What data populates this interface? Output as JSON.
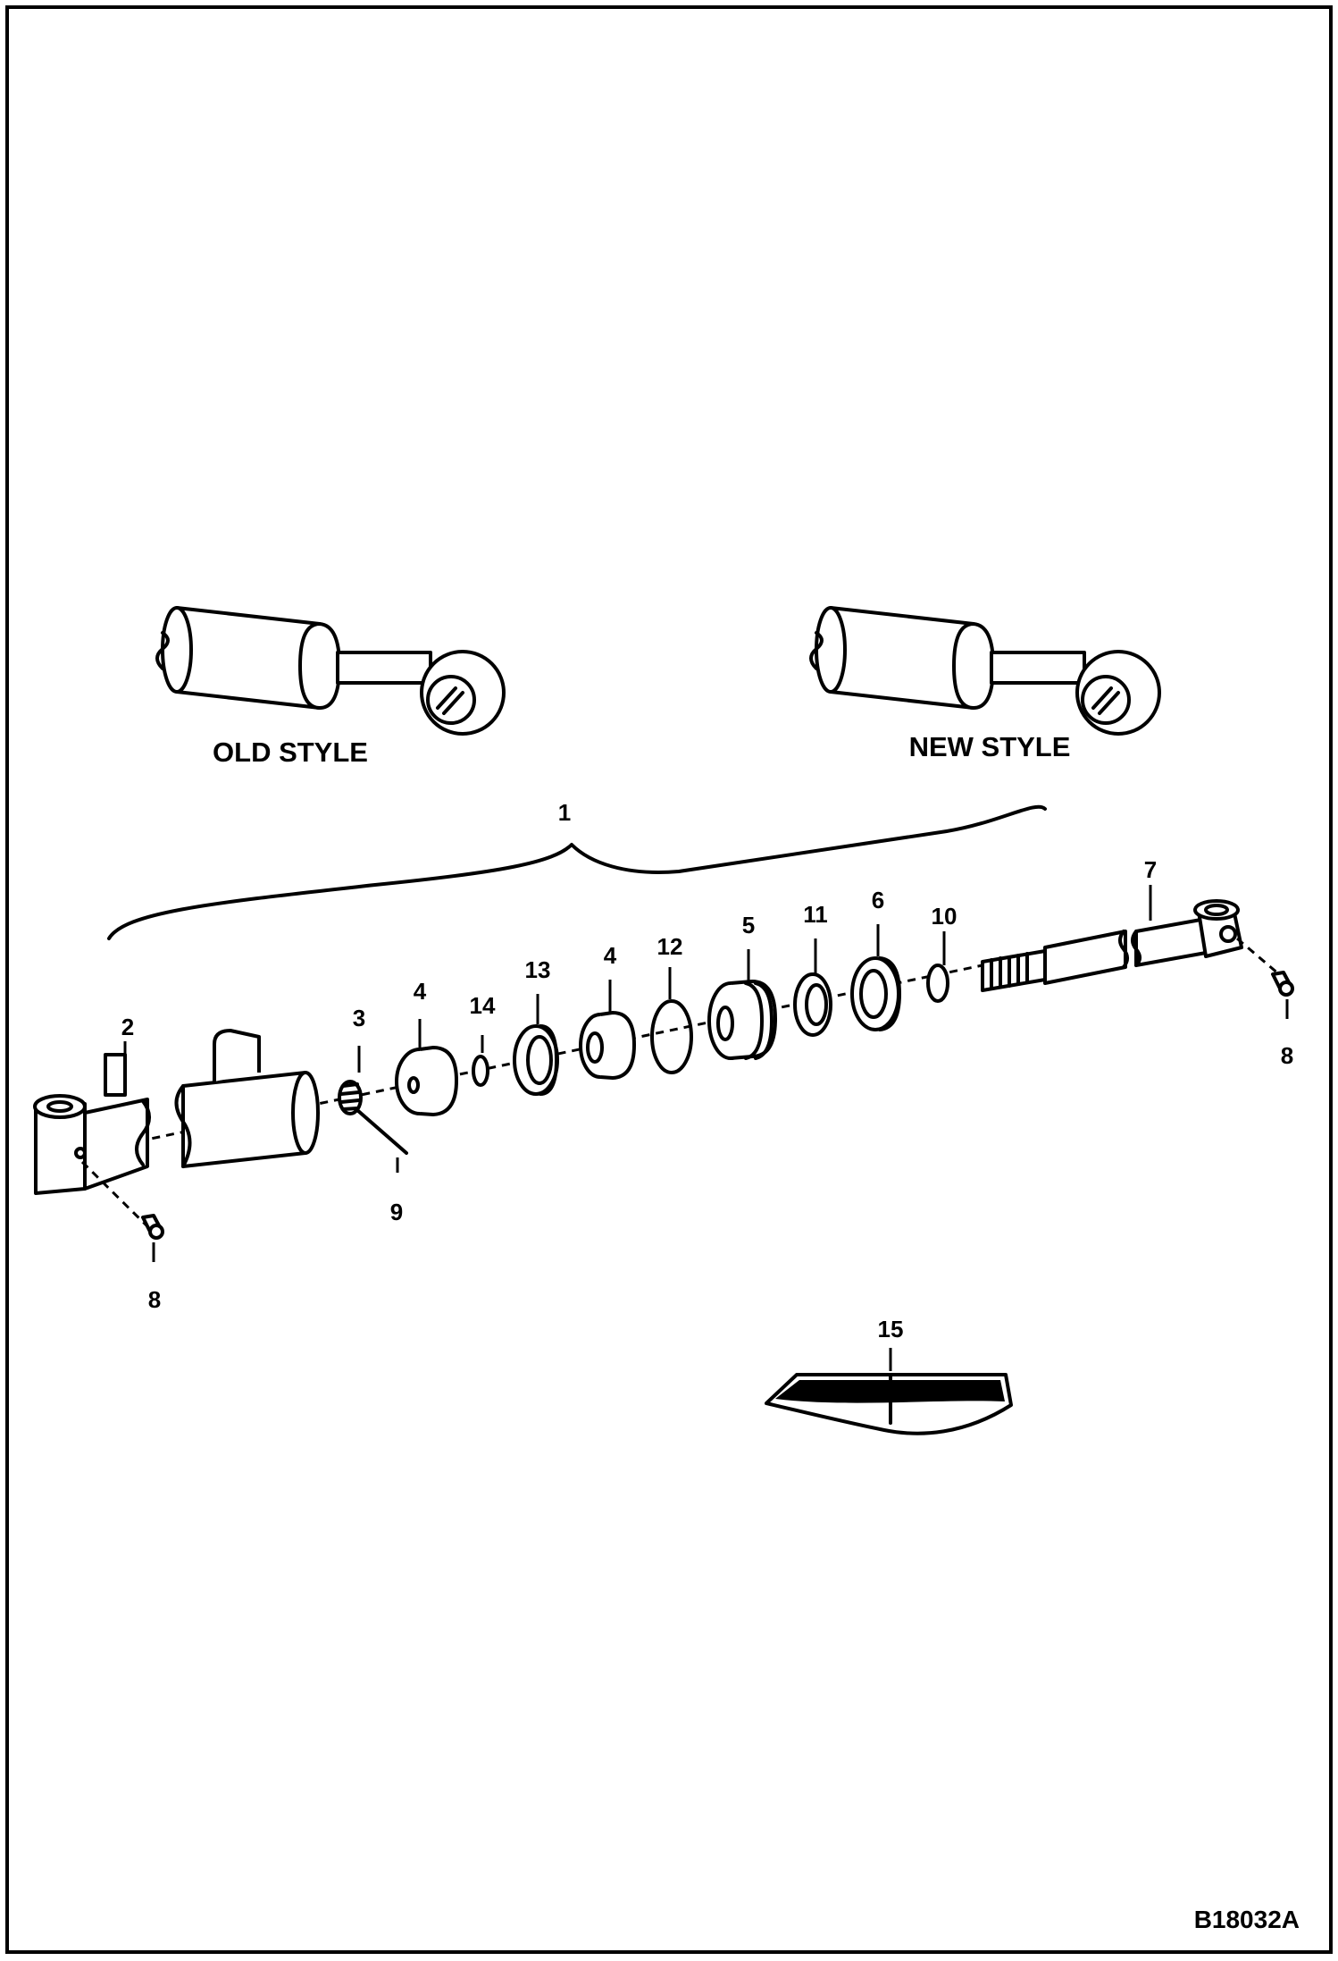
{
  "figure_code": "B18032A",
  "styles": {
    "old": "OLD STYLE",
    "new": "NEW STYLE"
  },
  "callouts": {
    "c1": "1",
    "c2": "2",
    "c3": "3",
    "c4a": "4",
    "c4b": "4",
    "c5": "5",
    "c6": "6",
    "c7": "7",
    "c8a": "8",
    "c8b": "8",
    "c9": "9",
    "c10": "10",
    "c11": "11",
    "c12": "12",
    "c13": "13",
    "c14": "14",
    "c15": "15"
  }
}
